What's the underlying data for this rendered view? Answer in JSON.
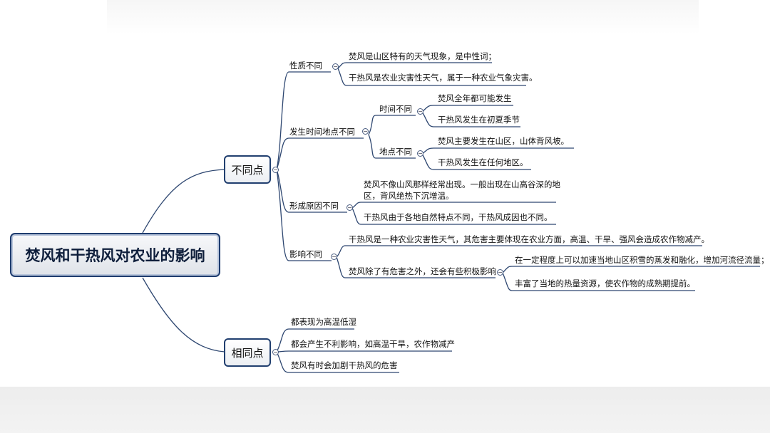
{
  "root": {
    "label": "焚风和干热风对农业的影响"
  },
  "diff": {
    "label": "不同点",
    "nature": {
      "label": "性质不同",
      "items": [
        "焚风是山区特有的天气现象，是中性词；",
        "干热风是农业灾害性天气，属于一种农业气象灾害。"
      ]
    },
    "timeplace": {
      "label": "发生时间地点不同",
      "time": {
        "label": "时间不同",
        "items": [
          "焚风全年都可能发生",
          "干热风发生在初夏季节"
        ]
      },
      "place": {
        "label": "地点不同",
        "items": [
          "焚风主要发生在山区，山体背风坡。",
          "干热风发生在任何地区。"
        ]
      }
    },
    "cause": {
      "label": "形成原因不同",
      "item1_line1": "焚风不像山风那样经常出现。一般出现在山高谷深的地",
      "item1_line2": "区，背风绝热下沉增温。",
      "item2": "干热风由于各地自然特点不同，干热风成因也不同。"
    },
    "impact": {
      "label": "影响不同",
      "item1": "干热风是一种农业灾害性天气，其危害主要体现在农业方面，高温、干旱、强风会造成农作物减产。",
      "item2": {
        "label": "焚风除了有危害之外，还会有些积极影响",
        "items": [
          "在一定程度上可以加速当地山区积雪的蒸发和融化，增加河流径流量；",
          "丰富了当地的热量资源，使农作物的成熟期提前。"
        ]
      }
    }
  },
  "same": {
    "label": "相同点",
    "items": [
      "都表现为高温低湿",
      "都会产生不利影响，如高温干旱，农作物减产",
      "焚风有时会加剧干热风的危害"
    ]
  },
  "colors": {
    "line": "#2d4670",
    "border": "#1e3c6e",
    "underline": "#1f3357"
  },
  "icons": {
    "collapse": "collapse-toggle-icon"
  }
}
